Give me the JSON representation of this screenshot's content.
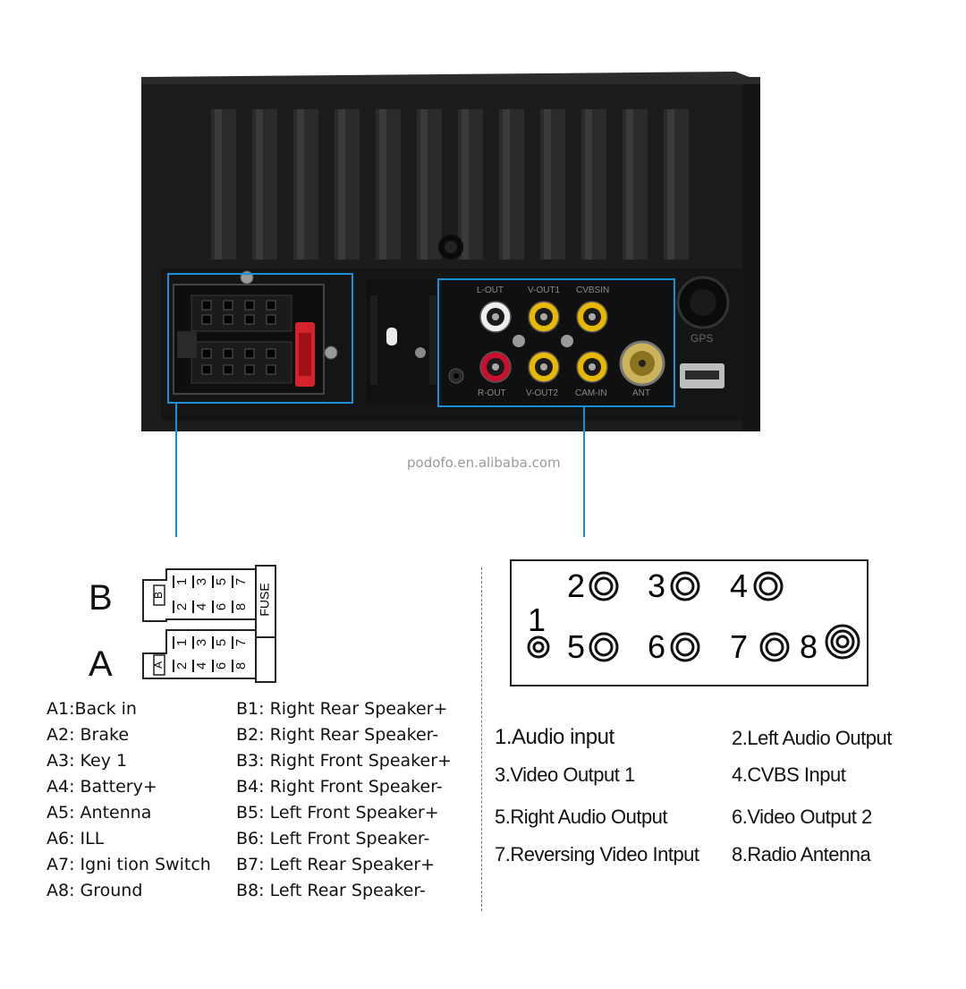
{
  "watermark": "podofo.en.alibaba.com",
  "unit_labels": {
    "gps": "GPS",
    "top_connectors": [
      "L-OUT",
      "V-OUT1",
      "CVBSIN"
    ],
    "bottom_connectors": [
      "R-OUT",
      "V-OUT2",
      "CAM-IN"
    ],
    "antenna": "ANT"
  },
  "iso_connector": {
    "letter_b": "B",
    "letter_a": "A",
    "row_label_b": "B",
    "row_label_a": "A",
    "fuse": "FUSE",
    "b_top_pins": [
      "1",
      "3",
      "5",
      "7"
    ],
    "b_bottom_pins": [
      "2",
      "4",
      "6",
      "8"
    ],
    "a_top_pins": [
      "1",
      "3",
      "5",
      "7"
    ],
    "a_bottom_pins": [
      "2",
      "4",
      "6",
      "8"
    ]
  },
  "port_diagram": {
    "numbers": [
      "1",
      "2",
      "3",
      "4",
      "5",
      "6",
      "7",
      "8"
    ]
  },
  "a_pins": [
    "A1:Back    in",
    "A2: Brake",
    "A3: Key 1",
    "A4: Battery+",
    "A5: Antenna",
    "A6: ILL",
    "A7:  Igni tion Switch",
    "A8: Ground"
  ],
  "b_pins": [
    "B1: Right Rear Speaker+",
    "B2: Right Rear Speaker-",
    "B3: Right Front Speaker+",
    "B4: Right Front Speaker-",
    "B5: Left Front Speaker+",
    "B6: Left Front Speaker-",
    "B7: Left Rear Speaker+",
    "B8: Left Rear Speaker-"
  ],
  "ports_left": [
    "1.Audio input",
    "3.Video Output 1",
    "5.Right Audio Output",
    "7.Reversing Video Intput"
  ],
  "ports_right": [
    "2.Left Audio Output",
    "4.CVBS Input",
    "6.Video Output 2",
    "8.Radio Antenna"
  ],
  "colors": {
    "chassis": "#1c1c1c",
    "highlight": "#1a8fd6",
    "rca_red": "#c8102e",
    "rca_white": "#eeeeee",
    "rca_yellow": "#e8b800",
    "fuse": "#d4232a"
  }
}
